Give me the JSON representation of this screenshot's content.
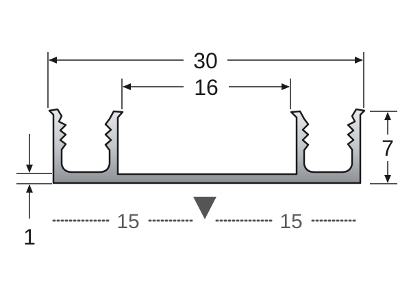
{
  "diagram": {
    "dimensions": {
      "overall_width": "30",
      "inner_width": "16",
      "height": "7",
      "base_thickness": "1",
      "center_left": "15",
      "center_right": "15"
    },
    "colors": {
      "profile_fill": "#c9ccd0",
      "profile_stroke": "#1a1a1a",
      "dim_line": "#1a1a1a",
      "center_marker": "#555555",
      "dotted_line": "#555555"
    }
  }
}
